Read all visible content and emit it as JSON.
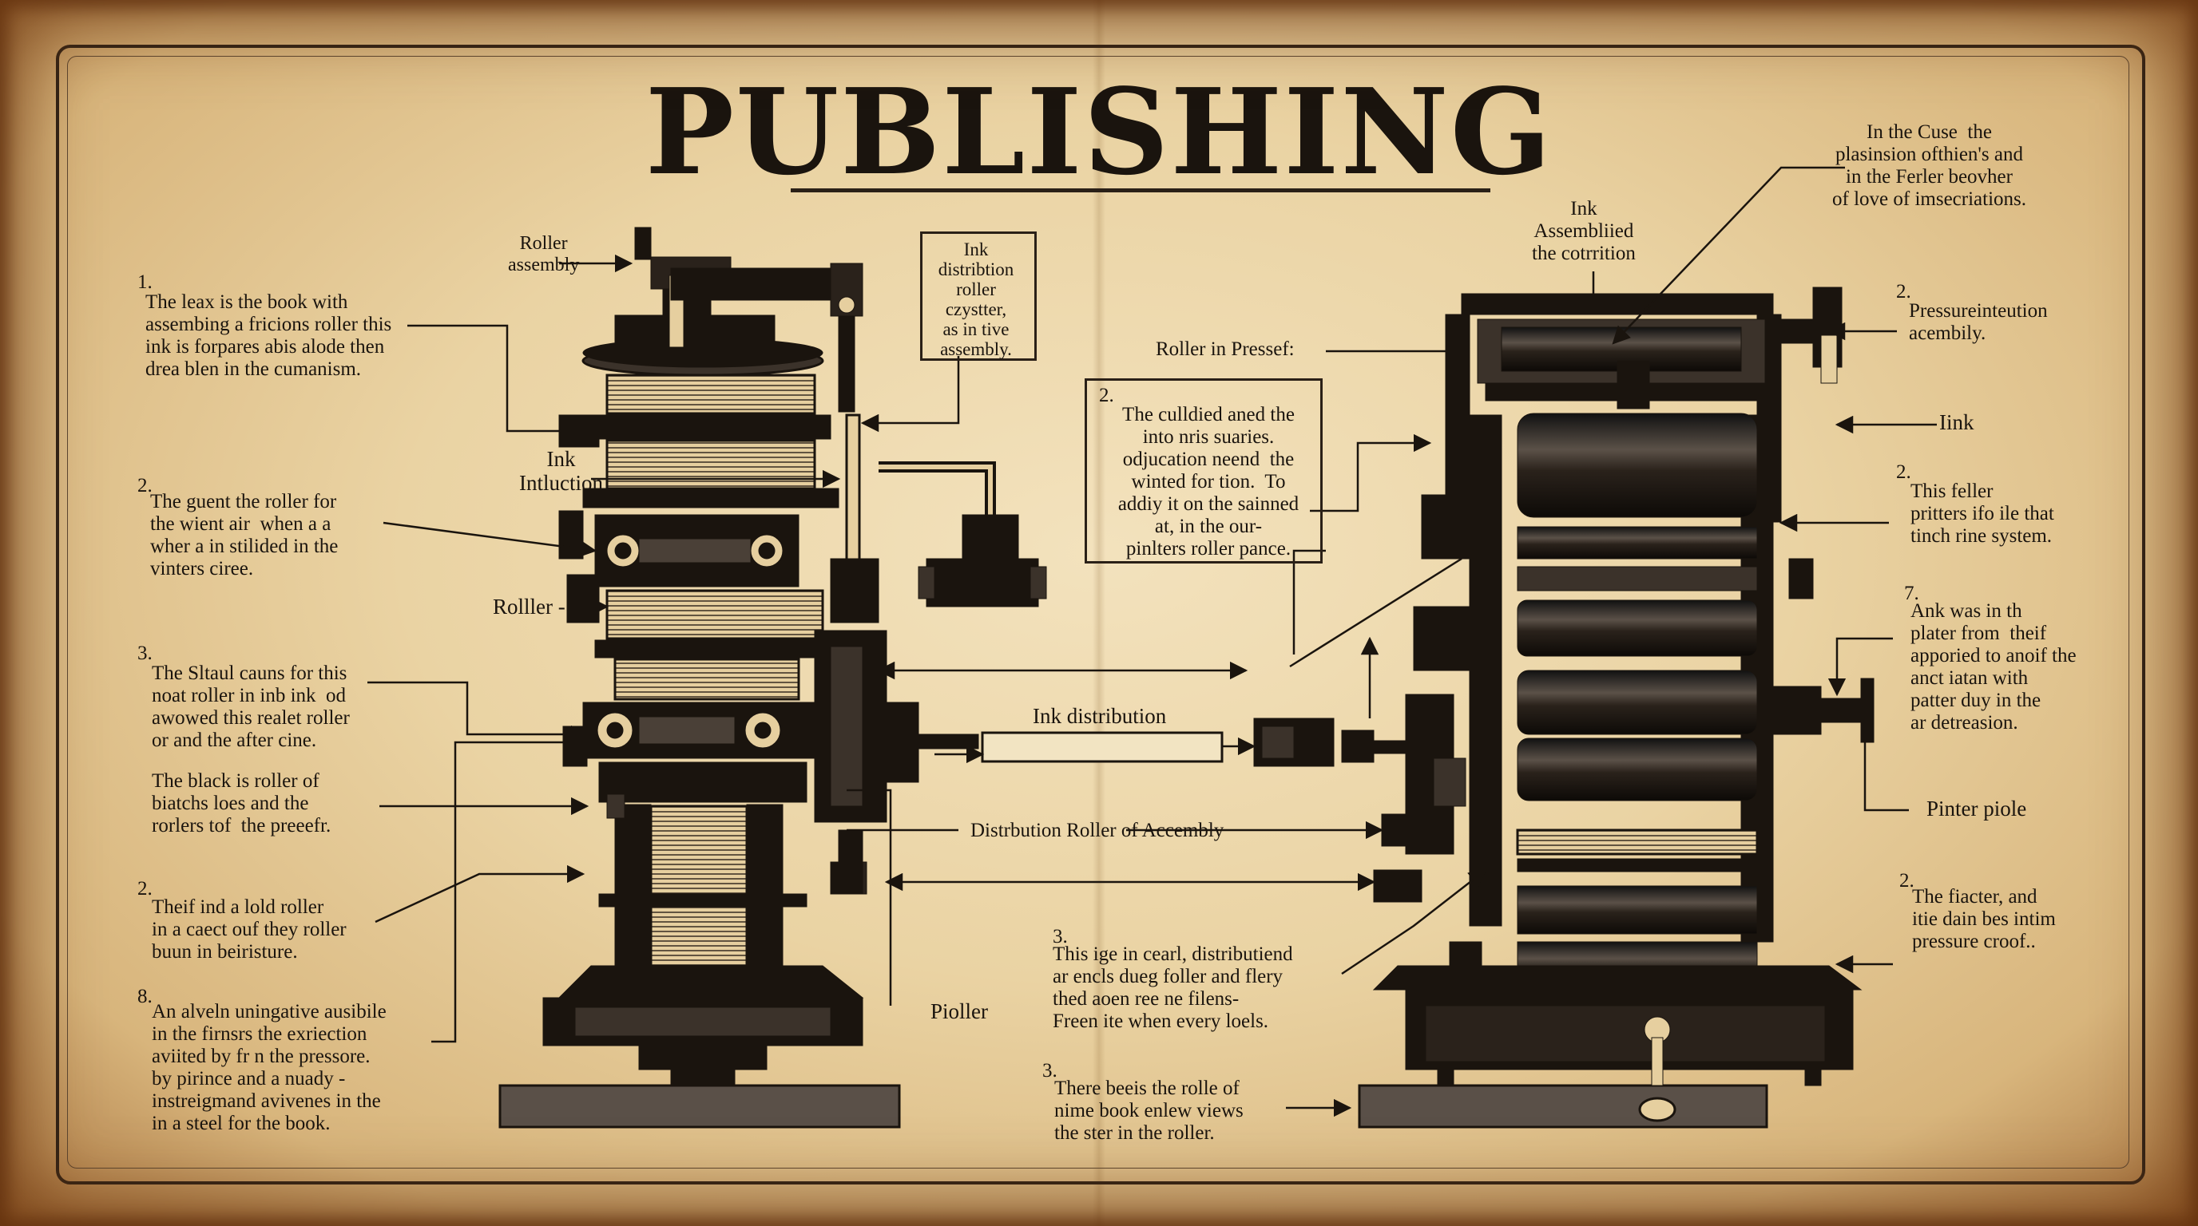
{
  "title": "PUBLISHING",
  "center_labels": {
    "ink_distribution": "Ink distribution",
    "distribution_roller_assembly": "Distrbution Roller of Accembly"
  },
  "left_labels": {
    "roller_assembly": "Roller\nassembly",
    "ink_intluction": "Ink\nIntluction",
    "rolller": "Rolller -",
    "pioller": "Pioller"
  },
  "left_box_text": "Ink\ndistribtion\nroller\nczystter,\nas in tive\nassembly.",
  "left_notes": [
    {
      "num": "1.",
      "text": "The leax is the book with\nassembing a fricions roller this\nink is forpares abis alode then\ndrea blen in the cumanism."
    },
    {
      "num": "2.",
      "text": "The guent the roller for\nthe wient air  when a a\nwher a in stilided in the\nvinters ciree."
    },
    {
      "num": "3.",
      "text": "The Sltaul cauns for this\nnoat roller in inb ink  od\nawowed this realet roller\nor and the after cine."
    },
    {
      "num": "",
      "text": "The black is roller of\nbiatchs loes and the\nrorlers tof  the preeefr."
    },
    {
      "num": "2.",
      "text": "Theif ind a lold roller\nin a caect ouf they roller\nbuun in beiristure."
    },
    {
      "num": "8.",
      "text": "An alveln uningative ausibile\nin the firnsrs the exriection\naviited by fr n the pressore.\nby pirince and a nuady -\ninstreigmand avivenes in the\nin a steel for the book."
    }
  ],
  "middle_box": {
    "num": "2.",
    "text": "The culldied aned the\ninto nris suaries.\nodjucation neend  the\nwinted for tion.  To\naddiy it on the sainned\nat, in the our-\npinlters roller pance."
  },
  "middle_notes": [
    {
      "num": "3.",
      "text": "This ige in cearl, distributiend\nar encls dueg foller and flery\nthed aoen ree ne filens-\nFreen ite when every loels."
    },
    {
      "num": "3.",
      "text": "There beeis the rolle of\nnime book enlew views\nthe ster in the roller."
    }
  ],
  "right_labels": {
    "ink_assembled": "Ink\nAssembliied\nthe cotrrition",
    "roller_in_presser": "Roller in Pressef:",
    "iink": "Iink",
    "pinter_piole": "Pinter piole"
  },
  "right_top_note": "In the Cuse  the\nplasinsion ofthien's and\nin the Ferler beovher\nof love of imsecriations.",
  "right_notes": [
    {
      "num": "2.",
      "text": "Pressureinteution\nacembily."
    },
    {
      "num": "2.",
      "text": "This feller\npritters ifo ile that\ntinch rine system."
    },
    {
      "num": "7.",
      "text": "Ank was in th\nplater from  theif\napporied to anoif the\nanct iatan with\npatter duy in the\nar detreasion."
    },
    {
      "num": "2.",
      "text": "The fiacter, and\nitie dain bes intim\npressure croof.."
    }
  ],
  "colors": {
    "paper": "#ead3a3",
    "ink": "#1a140e",
    "edge": "#a8743f",
    "metal": "#2a2017"
  }
}
